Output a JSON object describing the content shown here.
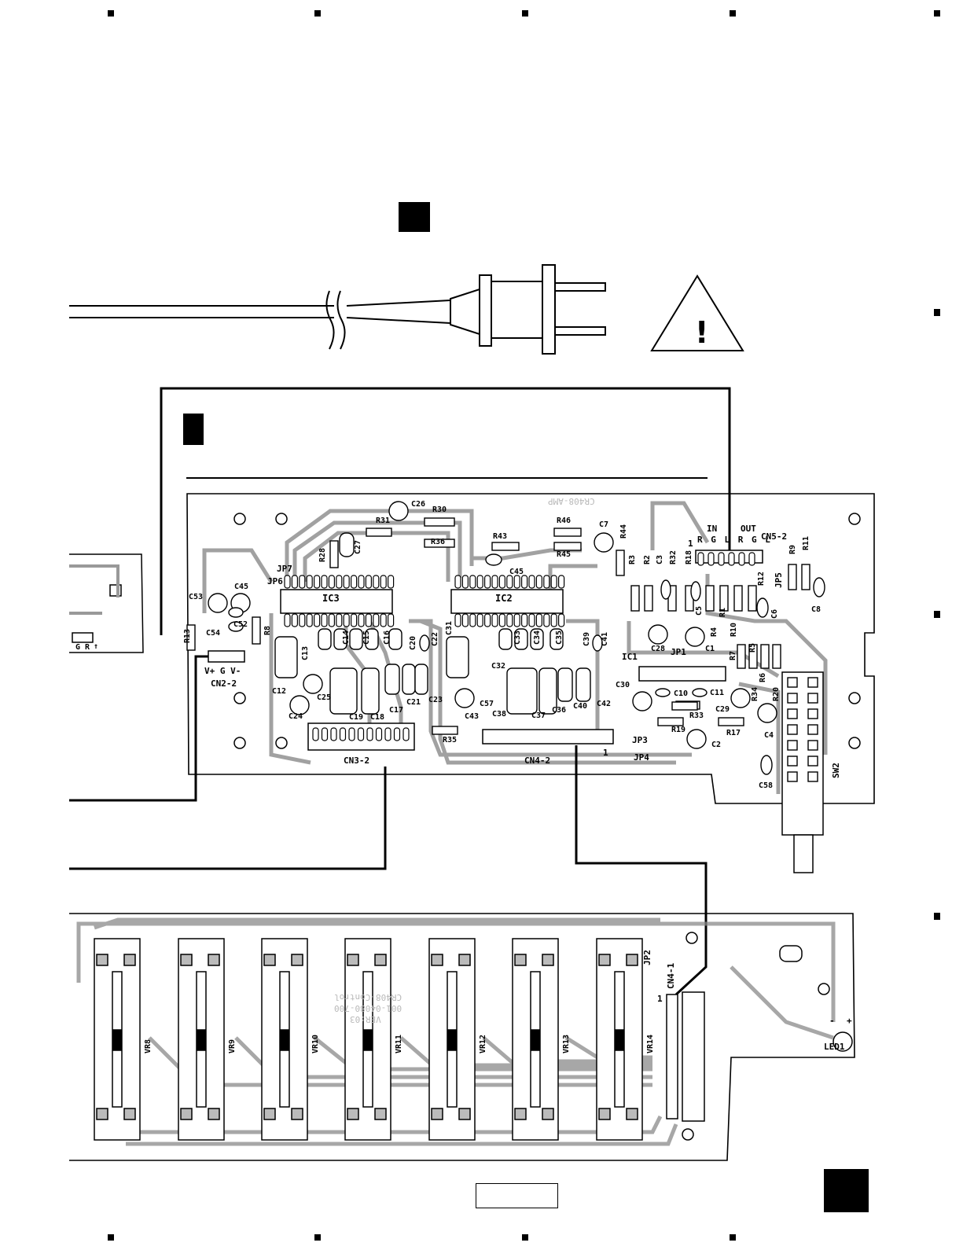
{
  "amp_board": {
    "silkscreen_name": "CR408-AMP",
    "ic_labels": {
      "ic3": "IC3",
      "ic2": "IC2",
      "ic1": "IC1"
    },
    "connectors": {
      "cn3_2": "CN3-2",
      "cn4_2": "CN4-2",
      "cn2_2": "CN2-2",
      "cn2_2_pins": "V+ G V-",
      "cn5_2": "CN5-2",
      "cn5_2_in": "IN",
      "cn5_2_out": "OUT",
      "cn5_2_pins": "R G L R G L",
      "pin_one": "1"
    },
    "jumpers": {
      "jp1": "JP1",
      "jp3": "JP3",
      "jp4": "JP4",
      "jp5": "JP5",
      "jp6": "JP6",
      "jp7": "JP7"
    },
    "switch": "SW2",
    "components": [
      "C26",
      "R30",
      "R31",
      "R36",
      "R43",
      "R46",
      "R45",
      "C45",
      "C7",
      "R44",
      "R28",
      "C27",
      "C53",
      "C45",
      "C54",
      "C52",
      "R8",
      "R13",
      "C13",
      "C14",
      "C15",
      "C16",
      "C20",
      "C22",
      "C12",
      "C25",
      "C24",
      "C19",
      "C18",
      "C17",
      "C21",
      "C23",
      "C31",
      "C32",
      "C33",
      "C34",
      "C35",
      "C39",
      "C41",
      "C57",
      "C43",
      "C38",
      "C37",
      "C36",
      "C40",
      "C42",
      "R35",
      "R3",
      "R2",
      "C3",
      "R32",
      "R18",
      "C5",
      "R1",
      "R4",
      "R10",
      "R12",
      "C6",
      "R9",
      "R11",
      "C8",
      "C28",
      "C1",
      "R7",
      "R6",
      "R5",
      "R34",
      "R20",
      "C30",
      "C10",
      "C11",
      "R33",
      "C29",
      "R19",
      "R17",
      "C4",
      "C2",
      "C58"
    ]
  },
  "control_board": {
    "silkscreen_lines": [
      "CR408-Control",
      "001-04080-700",
      "VER:03"
    ],
    "sliders": [
      "VR8",
      "VR9",
      "VR10",
      "VR11",
      "VR12",
      "VR13",
      "VR14"
    ],
    "connector": "CN4-1",
    "jumper": "JP2",
    "led": "LED1",
    "led_minus": "-",
    "led_plus": "+",
    "pin_one": "1"
  },
  "side_board": {
    "pins": "G R",
    "arrow": "↑"
  },
  "warning_symbol": "!"
}
